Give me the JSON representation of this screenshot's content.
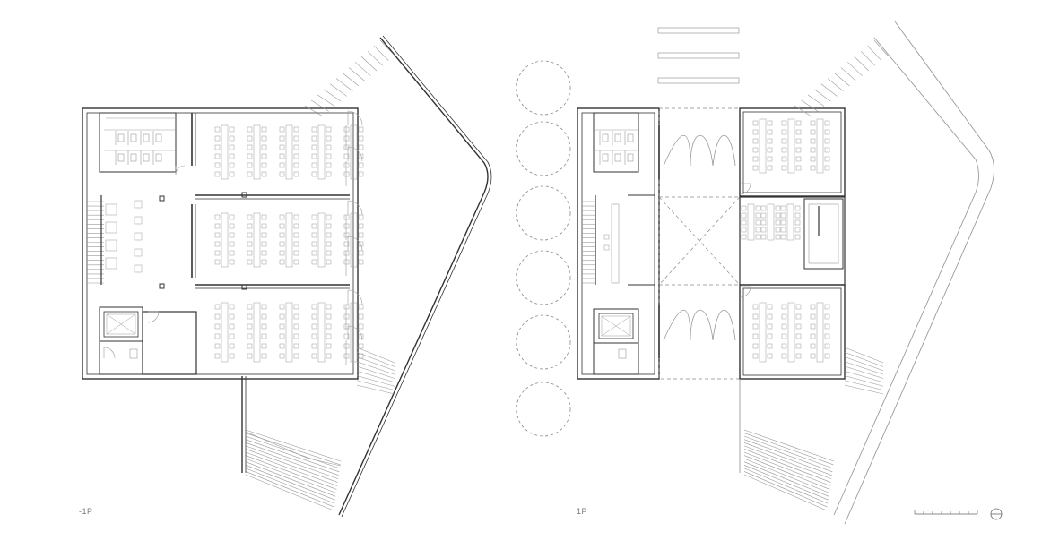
{
  "plans": [
    {
      "id": "basement",
      "label": "-1P"
    },
    {
      "id": "first-floor",
      "label": "1P"
    }
  ],
  "colors": {
    "wall": "#333333",
    "fine_line": "#9a9a9a",
    "furniture": "#aaaaaa",
    "dashed": "#888888",
    "label": "#777777"
  },
  "icons": [
    "scale-bar-icon",
    "north-arrow-icon"
  ]
}
